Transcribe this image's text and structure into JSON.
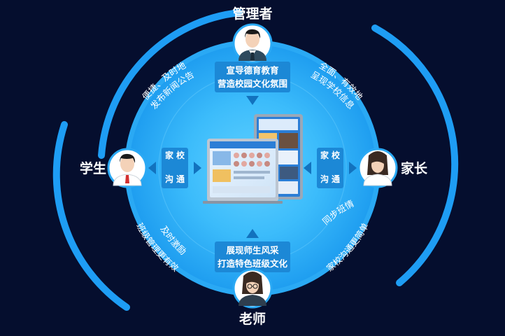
{
  "roles": {
    "admin": "管理者",
    "student": "学生",
    "parent": "家长",
    "teacher": "老师"
  },
  "boxes": {
    "top": [
      "宣导德育教育",
      "营造校园文化氛围"
    ],
    "bottom": [
      "展现师生风采",
      "打造特色班级文化"
    ],
    "left": [
      "家",
      "校",
      "沟",
      "通"
    ],
    "right": [
      "家",
      "校",
      "沟",
      "通"
    ]
  },
  "arc_texts": {
    "top_left": [
      "便捷、及时地",
      "发布新闻公告"
    ],
    "top_right": [
      "全面、有效地",
      "呈现学校信息"
    ],
    "bottom_left": [
      "及时激励",
      "班级管理更有效"
    ],
    "bottom_right": [
      "同步班情",
      "家校沟通更简单"
    ]
  },
  "colors": {
    "background": "#050e2e",
    "outer_ring": "#1e9df4",
    "inner_circle": "#35b6f8",
    "box": "#1c88d6",
    "arrow": "#1272be"
  },
  "icons": {
    "admin": "man-with-tie-avatar-icon",
    "student": "boy-avatar-icon",
    "parent": "woman-avatar-icon",
    "teacher": "woman-with-glasses-avatar-icon",
    "center": "smart-class-board-device-icon"
  }
}
